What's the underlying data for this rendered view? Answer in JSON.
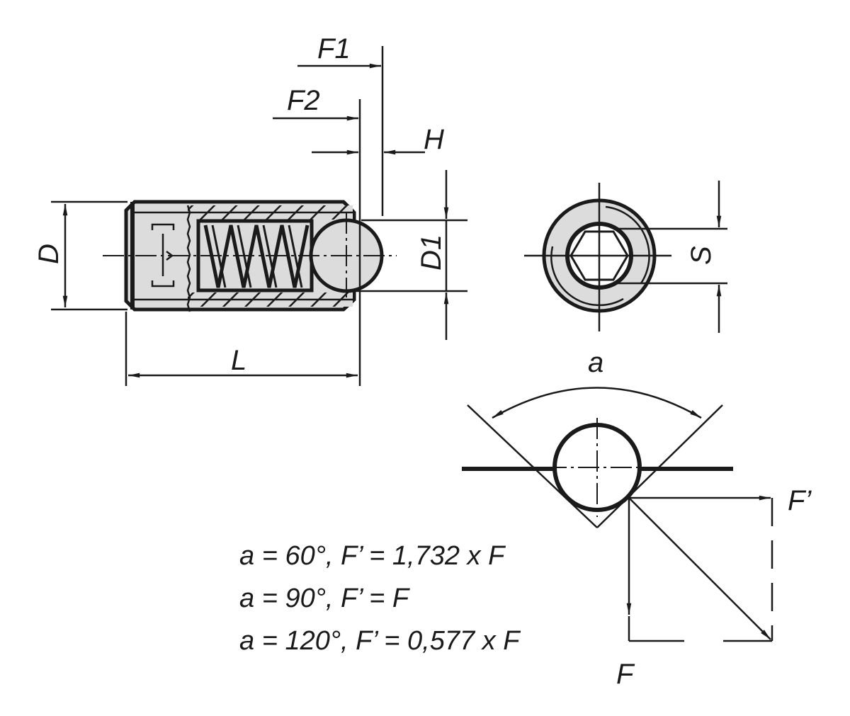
{
  "labels": {
    "F1": "F1",
    "F2": "F2",
    "H": "H",
    "D": "D",
    "D1": "D1",
    "L": "L",
    "S": "S",
    "a": "a",
    "F_prime": "F’",
    "F": "F"
  },
  "formulas": [
    "a = 60°, F’ = 1,732 x F",
    "a = 90°, F’ = F",
    "a = 120°, F’ = 0,577 x F"
  ],
  "colors": {
    "line": "#1a1a1a",
    "fill": "#dcdcdc"
  }
}
